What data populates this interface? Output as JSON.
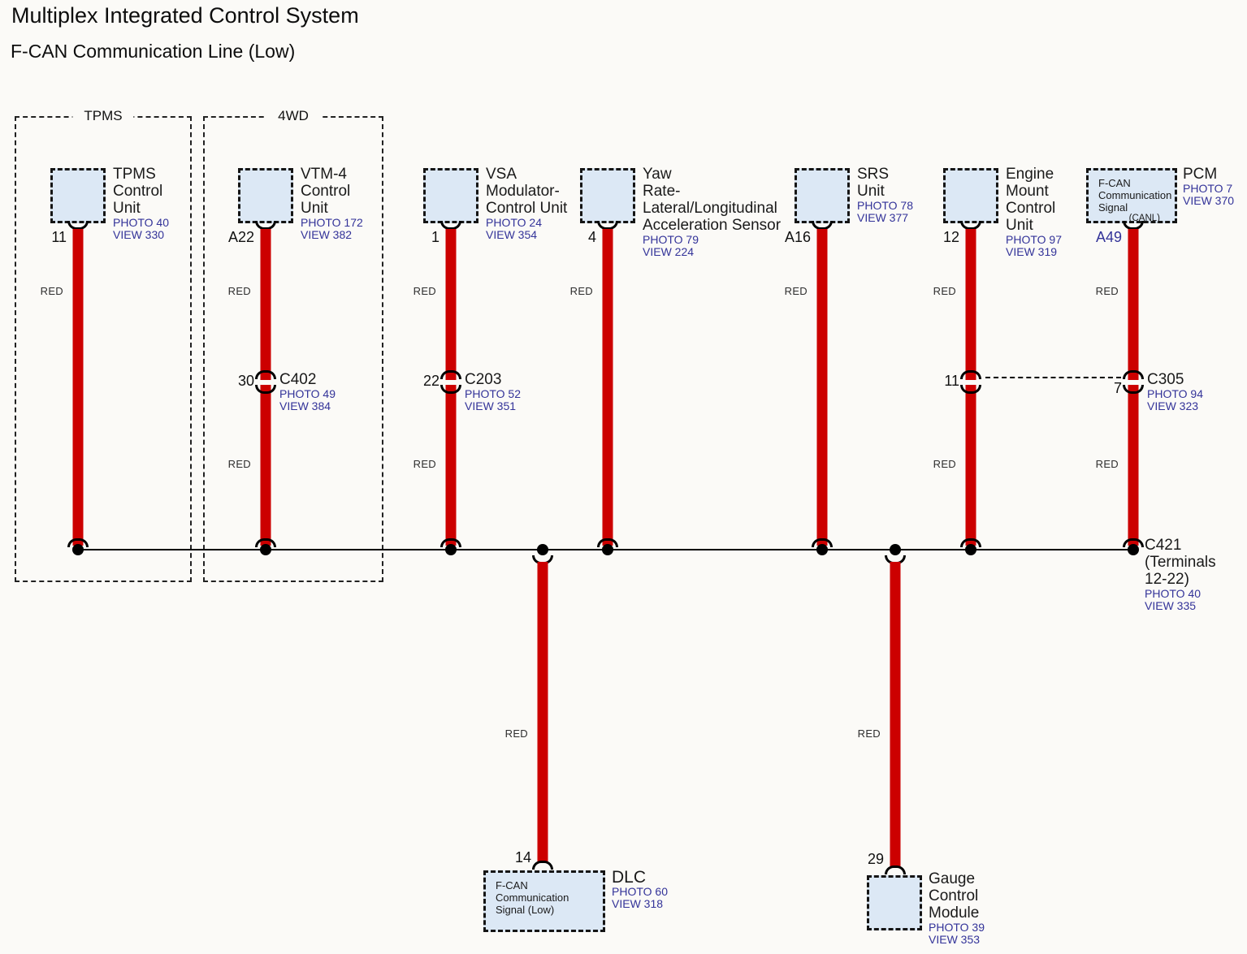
{
  "title": "Multiplex Integrated Control System",
  "subtitle": "F-CAN Communication Line (Low)",
  "labels": {
    "wire_color": "RED"
  },
  "groups": {
    "tpms": "TPMS",
    "fourwd": "4WD"
  },
  "units": [
    {
      "pin": "11",
      "name": "TPMS\nControl\nUnit",
      "photo": "PHOTO 40",
      "view": "VIEW 330"
    },
    {
      "pin": "A22",
      "name": "VTM-4\nControl\nUnit",
      "photo": "PHOTO 172",
      "view": "VIEW 382"
    },
    {
      "pin": "1",
      "name": "VSA\nModulator-\nControl Unit",
      "photo": "PHOTO 24",
      "view": "VIEW 354"
    },
    {
      "pin": "4",
      "name": "Yaw\nRate-\nLateral/Longitudinal\nAcceleration Sensor",
      "photo": "PHOTO 79",
      "view": "VIEW 224"
    },
    {
      "pin": "A16",
      "name": "SRS\nUnit",
      "photo": "PHOTO 78",
      "view": "VIEW 377"
    },
    {
      "pin": "12",
      "name": "Engine\nMount\nControl\nUnit",
      "photo": "PHOTO 97",
      "view": "VIEW 319"
    },
    {
      "pin": "A49",
      "name": "PCM",
      "box_text": "F-CAN\nCommunication\nSignal",
      "box_subtext": "(CANL)",
      "photo": "PHOTO 7",
      "view": "VIEW 370"
    }
  ],
  "connectors": {
    "c402": {
      "pin": "30",
      "name": "C402",
      "photo": "PHOTO 49",
      "view": "VIEW 384"
    },
    "c203": {
      "pin": "22",
      "name": "C203",
      "photo": "PHOTO 52",
      "view": "VIEW 351"
    },
    "c305": {
      "pin_left": "11",
      "pin_right": "7",
      "name": "C305",
      "photo": "PHOTO 94",
      "view": "VIEW 323"
    },
    "c421": {
      "name": "C421",
      "detail": "(Terminals\n12-22)",
      "photo": "PHOTO 40",
      "view": "VIEW 335"
    }
  },
  "bottom_units": {
    "dlc": {
      "pin": "14",
      "box_text": "F-CAN\nCommunication\nSignal (Low)",
      "name": "DLC",
      "photo": "PHOTO 60",
      "view": "VIEW 318"
    },
    "gauge": {
      "pin": "29",
      "name": "Gauge\nControl\nModule",
      "photo": "PHOTO 39",
      "view": "VIEW 353"
    }
  },
  "colors": {
    "wire": "#cc0000",
    "box_fill": "#dce8f5",
    "link": "#333399"
  }
}
